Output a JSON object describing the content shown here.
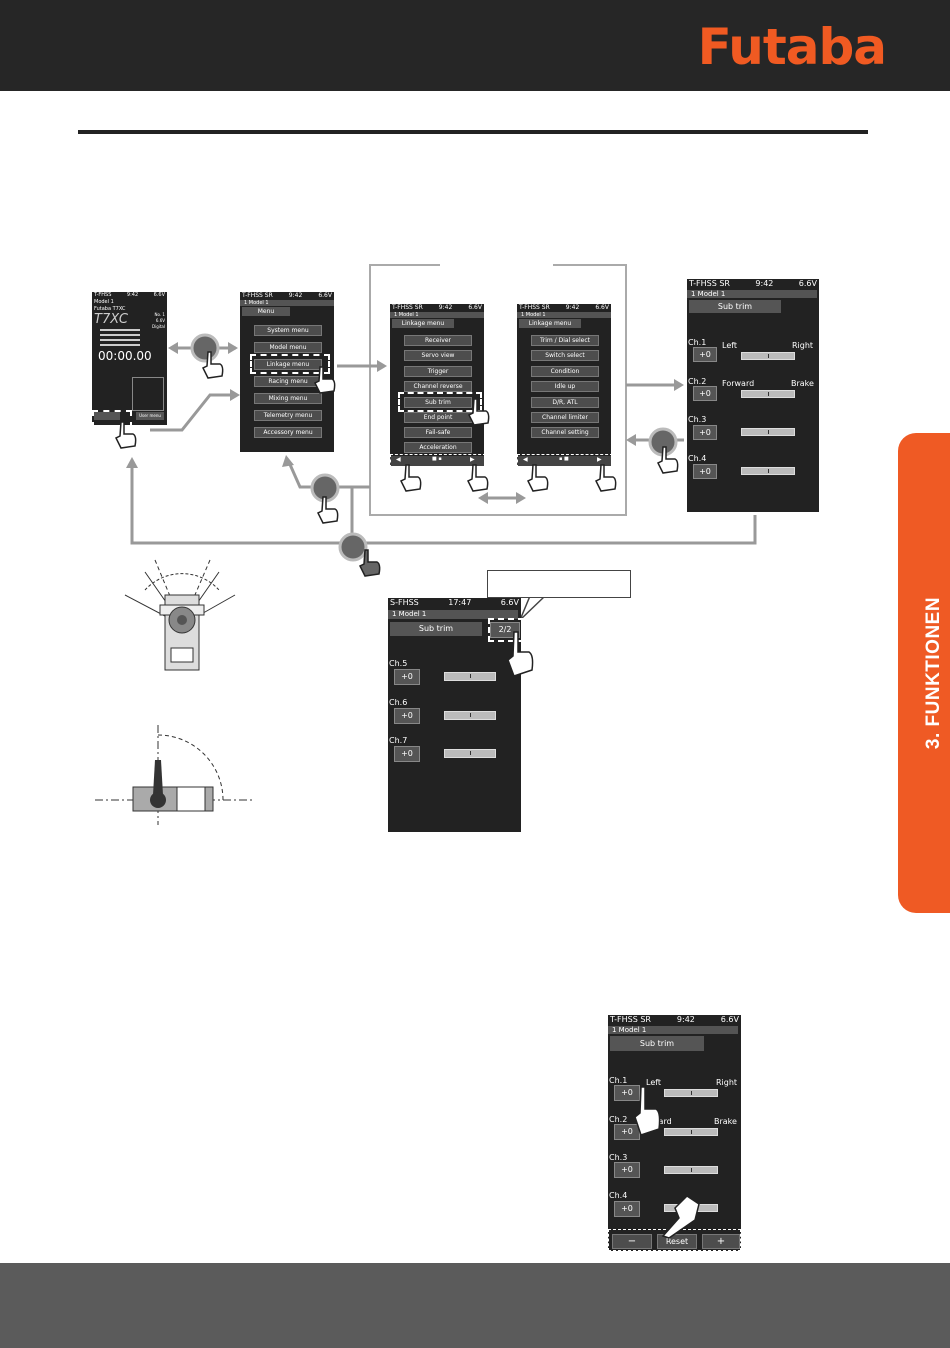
{
  "brand": {
    "logo_text": "Futaba",
    "accent": "#f05a22"
  },
  "section_tab": {
    "label": "3. FUNKTIONEN",
    "color": "#ef5a24"
  },
  "home_screen": {
    "status_left": "T-FHSS",
    "status_time": "9:42",
    "status_volt": "6.6V",
    "model": "Model 1",
    "product": "Futaba T7XC",
    "logo": "T7XC",
    "side_text": [
      "No. 1",
      "6.6V",
      "Digital"
    ],
    "timer": "00:00.00",
    "user_menu": "User menu"
  },
  "menu_screen": {
    "status_left": "T-FHSS SR",
    "status_time": "9:42",
    "status_volt": "6.6V",
    "model_line": "1   Model 1",
    "title": "Menu",
    "items": [
      "System menu",
      "Model menu",
      "Linkage menu",
      "Racing menu",
      "Mixing menu",
      "Telemetry menu",
      "Accessory menu"
    ]
  },
  "linkage_screen_1": {
    "status_left": "T-FHSS SR",
    "status_time": "9:42",
    "status_volt": "6.6V",
    "model_line": "1   Model 1",
    "title": "Linkage menu",
    "items": [
      "Receiver",
      "Servo view",
      "Trigger",
      "Channel reverse",
      "Sub trim",
      "End point",
      "Fail-safe",
      "Acceleration"
    ]
  },
  "linkage_screen_2": {
    "status_left": "T-FHSS SR",
    "status_time": "9:42",
    "status_volt": "6.6V",
    "model_line": "1   Model 1",
    "title": "Linkage menu",
    "items": [
      "Trim / Dial select",
      "Switch select",
      "Condition",
      "Idle up",
      "D/R, ATL",
      "Channel limiter",
      "Channel setting"
    ]
  },
  "subtrim_screen_main": {
    "status_left": "T-FHSS SR",
    "status_time": "9:42",
    "status_volt": "6.6V",
    "model_line": "1   Model 1",
    "title": "Sub trim",
    "channels": [
      {
        "ch": "Ch.1",
        "value": "+0",
        "left": "Left",
        "right": "Right"
      },
      {
        "ch": "Ch.2",
        "value": "+0",
        "left": "Forward",
        "right": "Brake"
      },
      {
        "ch": "Ch.3",
        "value": "+0",
        "left": "",
        "right": ""
      },
      {
        "ch": "Ch.4",
        "value": "+0",
        "left": "",
        "right": ""
      }
    ]
  },
  "subtrim_screen_page2": {
    "status_left": "S-FHSS",
    "status_time": "17:47",
    "status_volt": "6.6V",
    "model_line": "1   Model 1",
    "title": "Sub trim",
    "page": "2/2",
    "channels": [
      {
        "ch": "Ch.5",
        "value": "+0"
      },
      {
        "ch": "Ch.6",
        "value": "+0"
      },
      {
        "ch": "Ch.7",
        "value": "+0"
      }
    ]
  },
  "subtrim_screen_bottom": {
    "status_left": "T-FHSS SR",
    "status_time": "9:42",
    "status_volt": "6.6V",
    "model_line": "1   Model 1",
    "title": "Sub trim",
    "channels": [
      {
        "ch": "Ch.1",
        "value": "+0",
        "left": "Left",
        "right": "Right"
      },
      {
        "ch": "Ch.2",
        "value": "+0",
        "left": "ward",
        "right": "Brake"
      },
      {
        "ch": "Ch.3",
        "value": "+0"
      },
      {
        "ch": "Ch.4",
        "value": "+0"
      }
    ],
    "minus": "−",
    "reset": "Reset",
    "plus": "+"
  }
}
